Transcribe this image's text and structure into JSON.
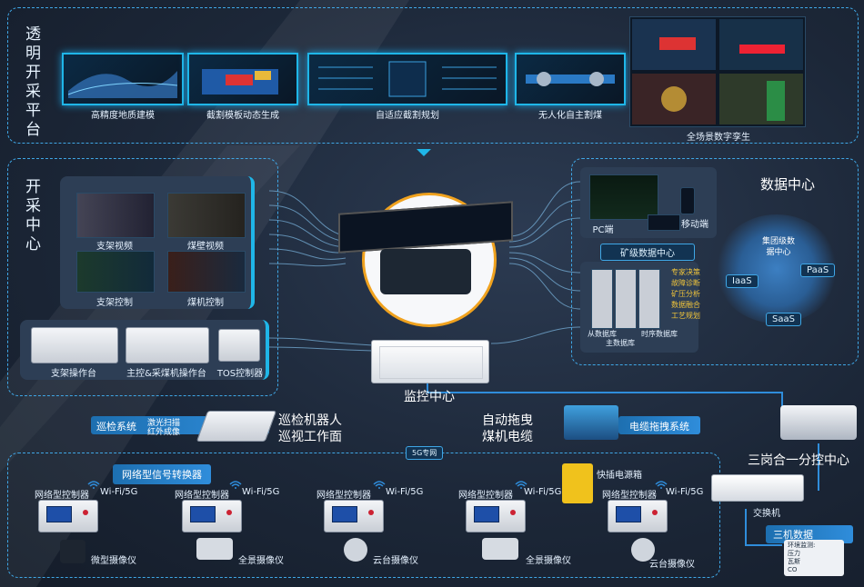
{
  "platform": {
    "title": "透明开采平台",
    "items": [
      "高精度地质建模",
      "截割模板动态生成",
      "自适应截割规划",
      "无人化自主割煤",
      "全场景数字孪生"
    ]
  },
  "mining_center": {
    "title": "开采中心",
    "video_items": [
      "支架视频",
      "煤壁视频",
      "支架控制",
      "煤机控制"
    ],
    "consoles": [
      "支架操作台",
      "主控&采煤机操作台",
      "TOS控制器"
    ]
  },
  "monitor_center": {
    "label": "监控中心"
  },
  "data_center": {
    "title": "数据中心",
    "pc_label": "PC端",
    "mobile_label": "移动端",
    "mine_data_center": "矿级数据中心",
    "db_labels": [
      "从数据库",
      "主数据库",
      "时序数据库"
    ],
    "features": [
      "专家决策",
      "故障诊断",
      "矿压分析",
      "数据融合",
      "工艺规划"
    ],
    "group_center": "集团级数据中心",
    "layers": [
      "IaaS",
      "PaaS",
      "SaaS"
    ]
  },
  "inspection": {
    "system": "巡检系统",
    "features": [
      "激光扫描",
      "红外成像"
    ],
    "robot_label_1": "巡检机器人",
    "robot_label_2": "巡视工作面"
  },
  "cable": {
    "label_1": "自动拖曳",
    "label_2": "煤机电缆",
    "system": "电缆拖拽系统"
  },
  "control_center": {
    "label": "三岗合一分控中心"
  },
  "network": {
    "tag_5g": "5G专网",
    "converter": "网络型信号转换器",
    "controller": "网络型控制器",
    "wifi": "Wi-Fi/5G",
    "power_box": "快插电源箱",
    "switch": "交换机",
    "cameras": [
      "微型摄像仪",
      "全景摄像仪",
      "云台摄像仪",
      "全景摄像仪",
      "云台摄像仪"
    ]
  },
  "machine_data": {
    "title": "三机数据",
    "env_lines": [
      "环境监测:",
      "压力",
      "瓦斯",
      "CO"
    ]
  },
  "colors": {
    "accent": "#1fb6e8",
    "dashed": "#3fa7e6",
    "bg": "#1c2738"
  }
}
